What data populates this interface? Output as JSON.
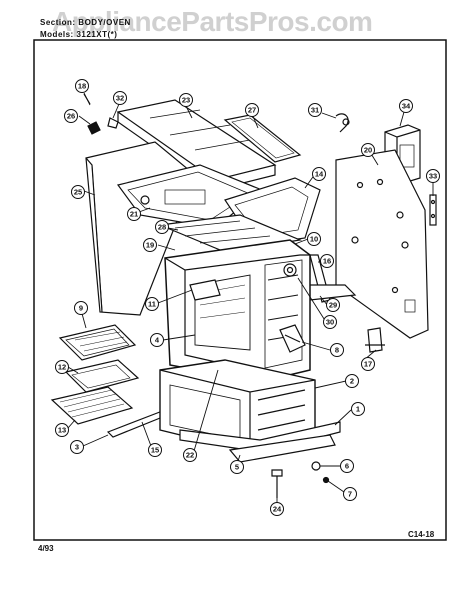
{
  "header": {
    "section_label": "Section:",
    "section_value": "BODY/OVEN",
    "model_label": "Models:",
    "model_value": "3121XT(*)"
  },
  "watermark": "AppliancePartsPros.com",
  "footer": {
    "date": "4/93",
    "code": "C14-18"
  },
  "callouts": [
    {
      "id": "18",
      "label": "18"
    },
    {
      "id": "32",
      "label": "32"
    },
    {
      "id": "26",
      "label": "26"
    },
    {
      "id": "23",
      "label": "23"
    },
    {
      "id": "27",
      "label": "27"
    },
    {
      "id": "31",
      "label": "31"
    },
    {
      "id": "34",
      "label": "34"
    },
    {
      "id": "20",
      "label": "20"
    },
    {
      "id": "25",
      "label": "25"
    },
    {
      "id": "21",
      "label": "21"
    },
    {
      "id": "14",
      "label": "14"
    },
    {
      "id": "33",
      "label": "33"
    },
    {
      "id": "28",
      "label": "28"
    },
    {
      "id": "19",
      "label": "19"
    },
    {
      "id": "10",
      "label": "10"
    },
    {
      "id": "16",
      "label": "16"
    },
    {
      "id": "29",
      "label": "29"
    },
    {
      "id": "11",
      "label": "11"
    },
    {
      "id": "30",
      "label": "30"
    },
    {
      "id": "9",
      "label": "9"
    },
    {
      "id": "4",
      "label": "4"
    },
    {
      "id": "8",
      "label": "8"
    },
    {
      "id": "17",
      "label": "17"
    },
    {
      "id": "12",
      "label": "12"
    },
    {
      "id": "2",
      "label": "2"
    },
    {
      "id": "13",
      "label": "13"
    },
    {
      "id": "1",
      "label": "1"
    },
    {
      "id": "3",
      "label": "3"
    },
    {
      "id": "15",
      "label": "15"
    },
    {
      "id": "22",
      "label": "22"
    },
    {
      "id": "5",
      "label": "5"
    },
    {
      "id": "6",
      "label": "6"
    },
    {
      "id": "7",
      "label": "7"
    },
    {
      "id": "24",
      "label": "24"
    }
  ]
}
